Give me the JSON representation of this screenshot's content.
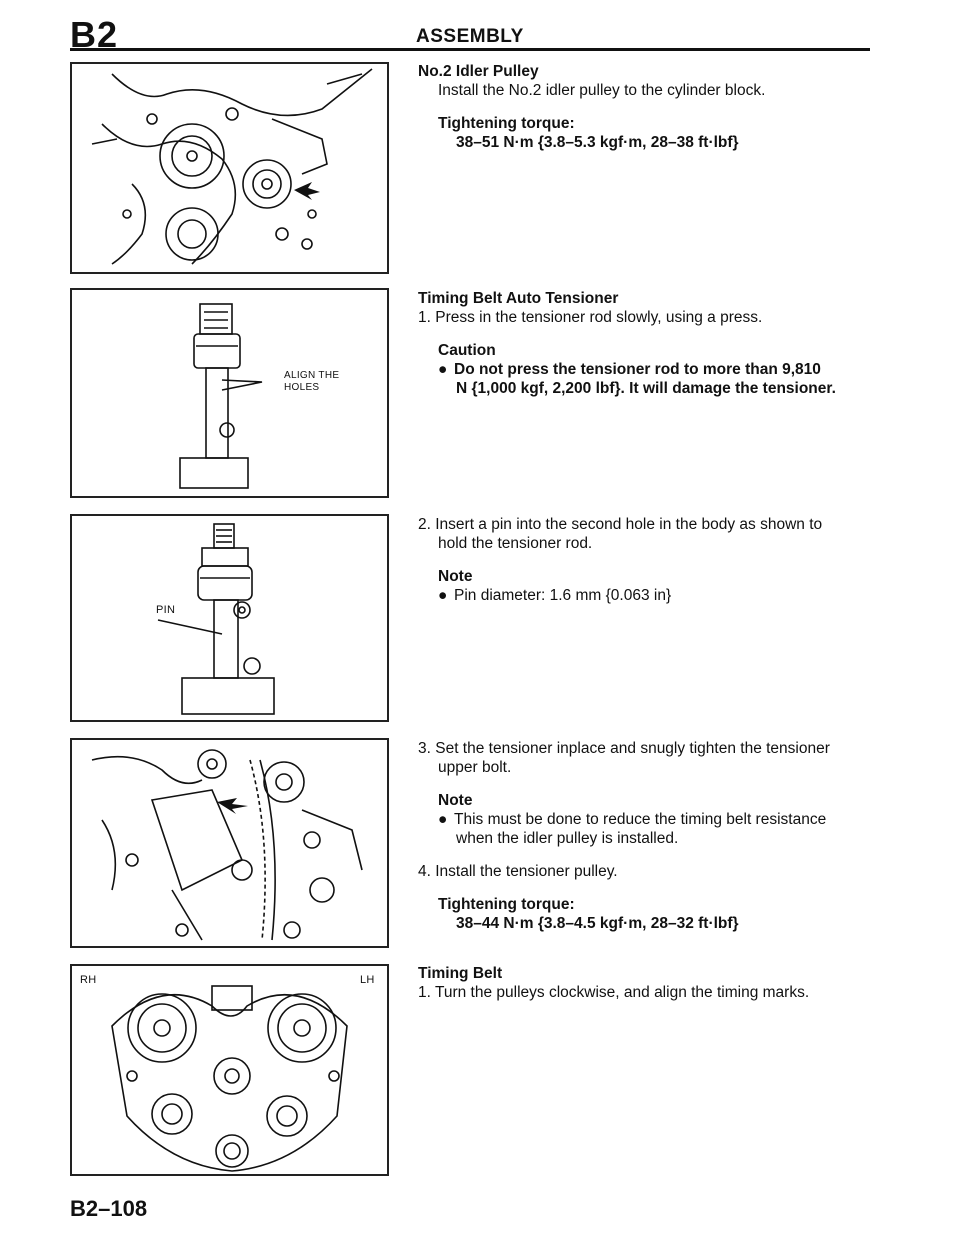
{
  "header": {
    "section_code": "B2",
    "title": "ASSEMBLY"
  },
  "figures": {
    "fig2": {
      "label_line1": "ALIGN THE",
      "label_line2": "HOLES"
    },
    "fig3": {
      "label": "PIN"
    },
    "fig5": {
      "label_left": "RH",
      "label_right": "LH"
    }
  },
  "sections": {
    "idler": {
      "heading": "No.2 Idler Pulley",
      "text": "Install the No.2 idler pulley to the cylinder block.",
      "torque_label": "Tightening torque:",
      "torque_value": "38–51 N·m {3.8–5.3 kgf·m, 28–38 ft·lbf}"
    },
    "tensioner": {
      "heading": "Timing Belt Auto Tensioner",
      "step1": "1. Press in the tensioner rod slowly, using a press.",
      "caution_label": "Caution",
      "caution_line1": "Do not press the tensioner rod to more than 9,810",
      "caution_line2": "N {1,000 kgf, 2,200 lbf}. It will damage the tensioner."
    },
    "pin": {
      "step2_line1": "2. Insert a pin into the second hole in the body as shown to",
      "step2_line2": "hold the tensioner rod.",
      "note_label": "Note",
      "note_text": "Pin diameter: 1.6 mm {0.063 in}"
    },
    "install": {
      "step3_line1": "3. Set the tensioner inplace and snugly tighten the tensioner",
      "step3_line2": "upper bolt.",
      "note_label": "Note",
      "note_line1": "This must be done to reduce the timing belt resistance",
      "note_line2": "when the idler pulley is installed.",
      "step4": "4. Install the tensioner pulley.",
      "torque_label": "Tightening torque:",
      "torque_value": "38–44 N·m {3.8–4.5 kgf·m, 28–32 ft·lbf}"
    },
    "belt": {
      "heading": "Timing Belt",
      "step1": "1. Turn the pulleys clockwise, and align the timing marks."
    }
  },
  "footer": {
    "page_number": "B2–108"
  }
}
